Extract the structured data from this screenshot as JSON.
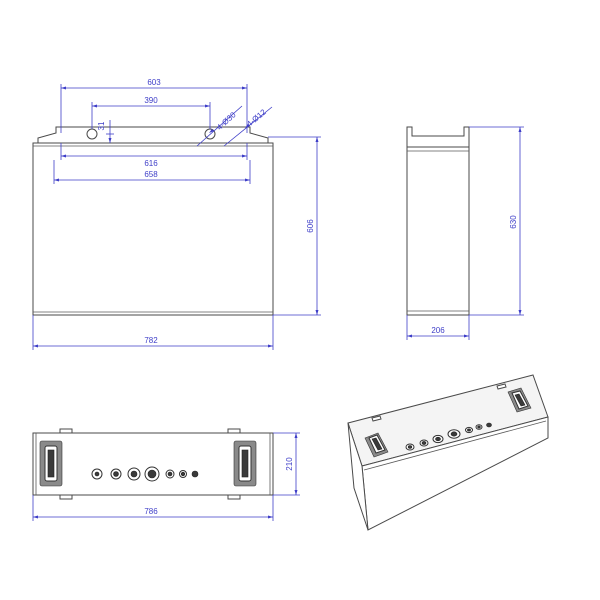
{
  "dimensions": {
    "front": {
      "hole_spacing_outer": "603",
      "hole_spacing_inner": "390",
      "hole_height": "31",
      "hole_dia_30": "4-Ø30",
      "hole_dia_12": "4-Ø12",
      "inner_width": "616",
      "top_width": "658",
      "height": "606",
      "width": "782"
    },
    "side": {
      "height": "630",
      "depth": "206"
    },
    "top": {
      "depth": "210",
      "width": "786"
    }
  },
  "colors": {
    "dimension_line": "#3e3ec8",
    "outline": "#4a4a4a"
  }
}
